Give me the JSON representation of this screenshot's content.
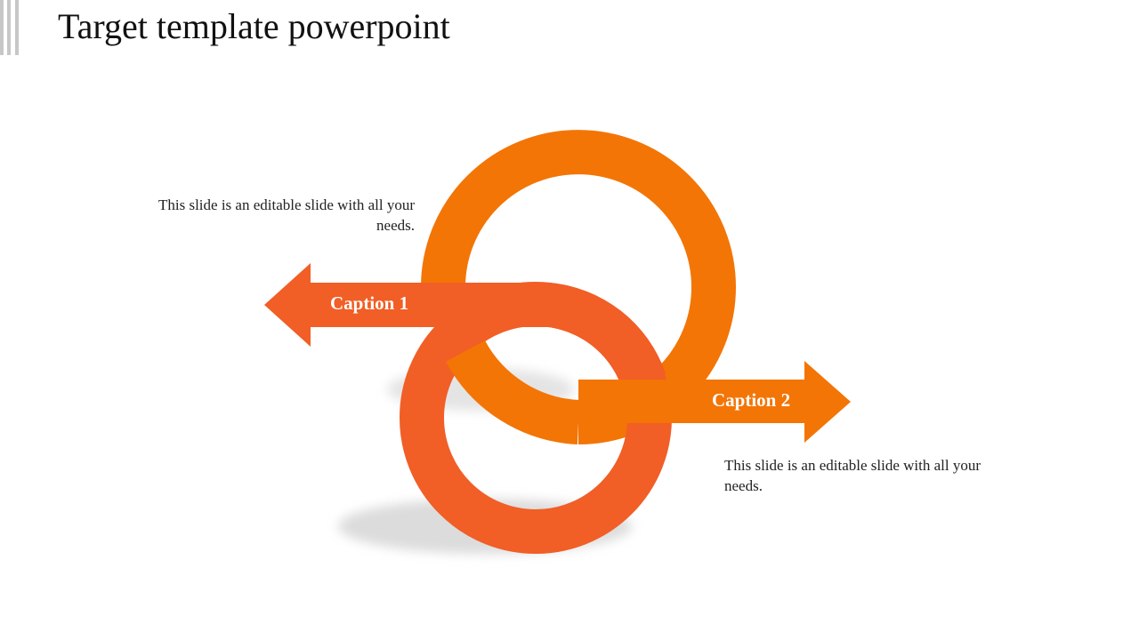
{
  "title": "Target template powerpoint",
  "colors": {
    "orange": "#F37506",
    "red_orange": "#F15E26",
    "shadow": "#dcdcdc",
    "accent_bar": "#c7c7c7"
  },
  "captions": [
    {
      "label": "Caption 1",
      "description": "This slide is an editable slide with all your needs."
    },
    {
      "label": "Caption 2",
      "description": "This slide is an editable slide with all your needs."
    }
  ]
}
